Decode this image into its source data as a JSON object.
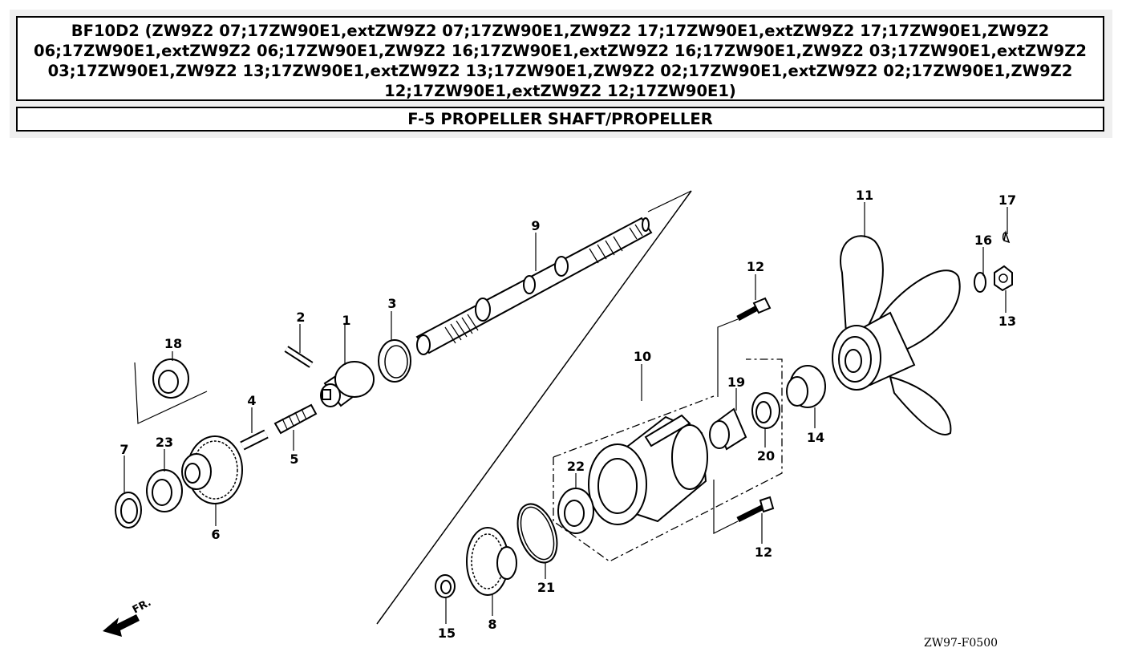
{
  "header": {
    "model_title": "BF10D2 (ZW9Z2 07;17ZW90E1,extZW9Z2 07;17ZW90E1,ZW9Z2 17;17ZW90E1,extZW9Z2 17;17ZW90E1,ZW9Z2 06;17ZW90E1,extZW9Z2 06;17ZW90E1,ZW9Z2 16;17ZW90E1,extZW9Z2 16;17ZW90E1,ZW9Z2 03;17ZW90E1,extZW9Z2 03;17ZW90E1,ZW9Z2 13;17ZW90E1,extZW9Z2 13;17ZW90E1,ZW9Z2 02;17ZW90E1,extZW9Z2 02;17ZW90E1,ZW9Z2 12;17ZW90E1,extZW9Z2 12;17ZW90E1)",
    "section_title": "F-5 PROPELLER SHAFT/PROPELLER"
  },
  "diagram": {
    "callouts": {
      "c1": "1",
      "c2": "2",
      "c3": "3",
      "c4": "4",
      "c5": "5",
      "c6": "6",
      "c7": "7",
      "c8": "8",
      "c9": "9",
      "c10": "10",
      "c11": "11",
      "c12a": "12",
      "c12b": "12",
      "c13": "13",
      "c14": "14",
      "c15": "15",
      "c16": "16",
      "c17": "17",
      "c18": "18",
      "c19": "19",
      "c20": "20",
      "c21": "21",
      "c22": "22",
      "c23": "23"
    },
    "front_indicator": "FR.",
    "drawing_code": "ZW97-F0500"
  }
}
